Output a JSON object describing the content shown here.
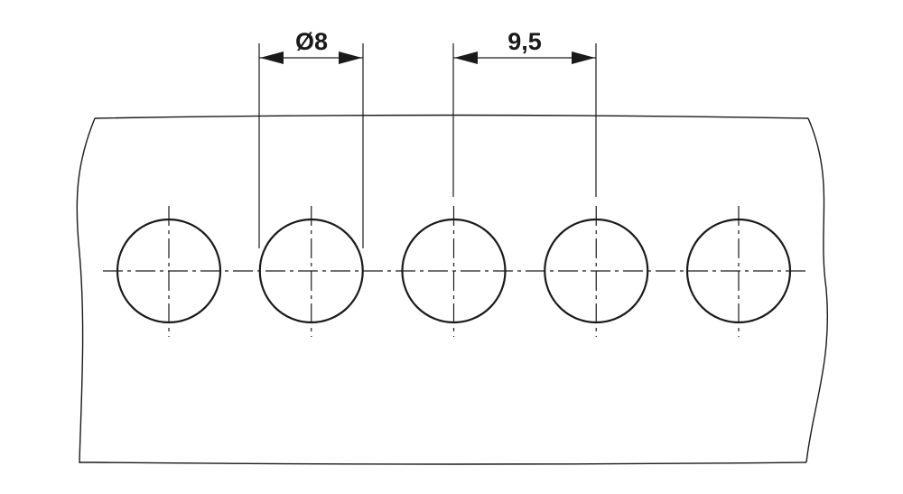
{
  "drawing": {
    "dimensions": [
      {
        "label": "Ø8",
        "meaning": "hole-diameter"
      },
      {
        "label": "9,5",
        "meaning": "hole-pitch"
      }
    ],
    "hole_count": 5,
    "line_color": "#1a1a1a"
  }
}
